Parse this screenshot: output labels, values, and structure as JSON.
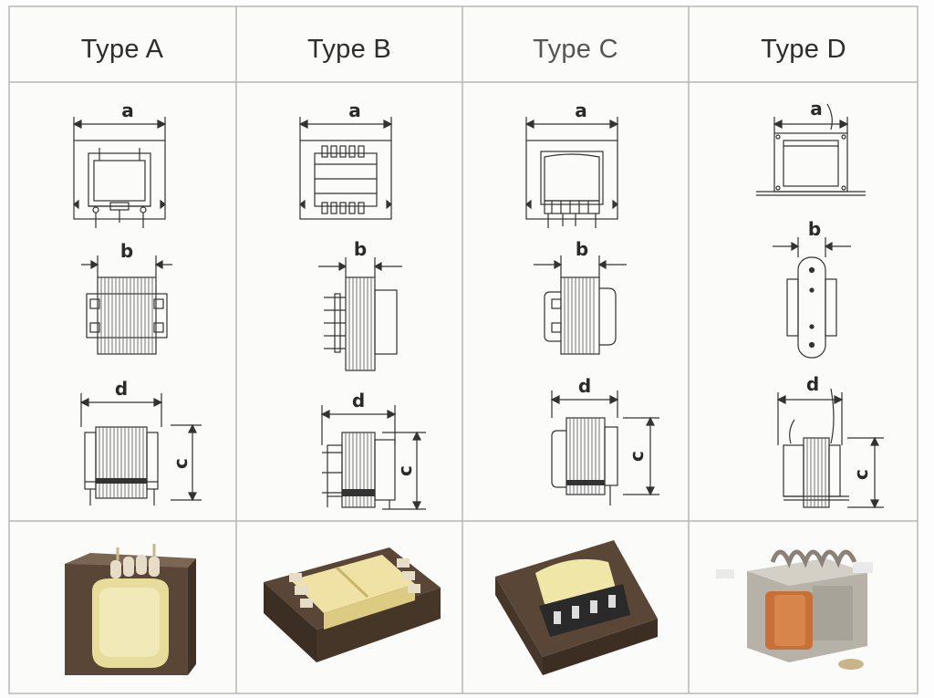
{
  "columns": [
    {
      "id": "A",
      "header": "Type A"
    },
    {
      "id": "B",
      "header": "Type B"
    },
    {
      "id": "C",
      "header": "Type C"
    },
    {
      "id": "D",
      "header": "Type D"
    }
  ],
  "dimension_labels": {
    "a": "a",
    "b": "b",
    "c": "c",
    "d": "d"
  },
  "colors": {
    "grid_line": "#b8b8b8",
    "drawing_line": "#333333",
    "lamination": "#555555",
    "core_brown": "#5a4636",
    "bobbin_yellow": "#e8dc9a",
    "copper_winding": "#c8703a",
    "steel_frame": "#b7b2a8"
  }
}
